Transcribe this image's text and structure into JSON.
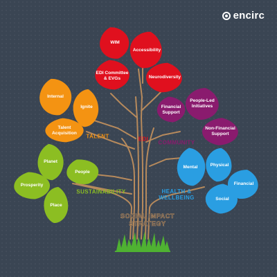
{
  "brand": {
    "name": "encirc"
  },
  "colors": {
    "background": "#3a4553",
    "red": "#e0101e",
    "purple": "#8a1b6e",
    "orange": "#f49312",
    "green": "#8cbe22",
    "blue": "#2a9ee2",
    "trunk": "#b78a5c",
    "grass": "#4fb232"
  },
  "branches": {
    "edi": {
      "label": "EDI",
      "color": "#e0101e"
    },
    "community": {
      "label": "COMMUNITY",
      "color": "#8a1b6e"
    },
    "talent": {
      "label": "TALENT",
      "color": "#f49312"
    },
    "sustainability": {
      "label": "SUSTAINABILITY",
      "color": "#8cbe22"
    },
    "health_line1": "HEALTH &",
    "health_line2": "WELLBEING",
    "health_color": "#2a9ee2"
  },
  "leaves": {
    "wim": "WIM",
    "accessibility": "Accessibility",
    "edi_committee_line1": "EDI Committee",
    "edi_committee_line2": "& EVGs",
    "neurodiversity": "Neurodiversity",
    "internal": "Internal",
    "ignite": "Ignite",
    "talent_acq_line1": "Talent",
    "talent_acq_line2": "Acquisition",
    "people_led_line1": "People-Led",
    "people_led_line2": "Initiatives",
    "financial_support_line1": "Financial",
    "financial_support_line2": "Support",
    "non_financial_line1": "Non-Financial",
    "non_financial_line2": "Support",
    "planet": "Planet",
    "people": "People",
    "prosperity": "Prosperity",
    "place": "Place",
    "mental": "Mental",
    "physical": "Physical",
    "financial": "Financial",
    "social": "Social"
  },
  "footer": {
    "line1": "SOCIAL IMPACT",
    "line2": "STRATEGY"
  }
}
